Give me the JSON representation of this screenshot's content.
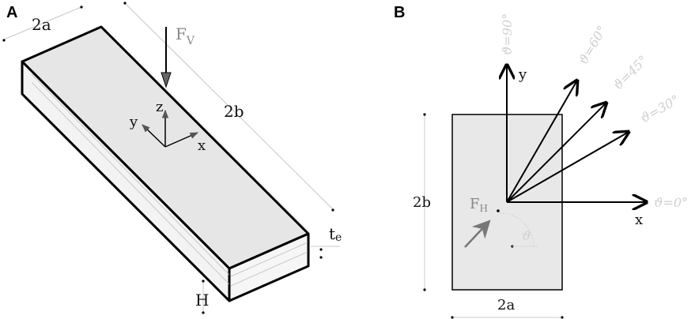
{
  "colors": {
    "face_top": "#e6e6e6",
    "face_side": "#f3f3f3",
    "face_front": "#f6f6f6",
    "rect_fill": "#e8e8e8",
    "outline": "#000000",
    "dim_line": "#c8c8c8",
    "muted_text": "#888888",
    "faint_text": "#cfcfcf"
  },
  "panel_a": {
    "label": "A",
    "width_label": "2a",
    "length_label": "2b",
    "force_label_main": "F",
    "force_label_sub": "V",
    "axis_x": "x",
    "axis_y": "y",
    "axis_z": "z",
    "thickness_label_main": "t",
    "thickness_label_sub": "e",
    "height_label": "H"
  },
  "panel_b": {
    "label": "B",
    "axis_x": "x",
    "axis_y": "y",
    "height_label": "2b",
    "width_label": "2a",
    "force_label_main": "F",
    "force_label_sub": "H",
    "angle_symbol": "ϑ",
    "angle_rays": [
      {
        "label": "ϑ=0°",
        "angle_deg": 0
      },
      {
        "label": "ϑ=30°",
        "angle_deg": 30
      },
      {
        "label": "ϑ=45°",
        "angle_deg": 45
      },
      {
        "label": "ϑ=60°",
        "angle_deg": 60
      },
      {
        "label": "ϑ=90°",
        "angle_deg": 90
      }
    ]
  }
}
